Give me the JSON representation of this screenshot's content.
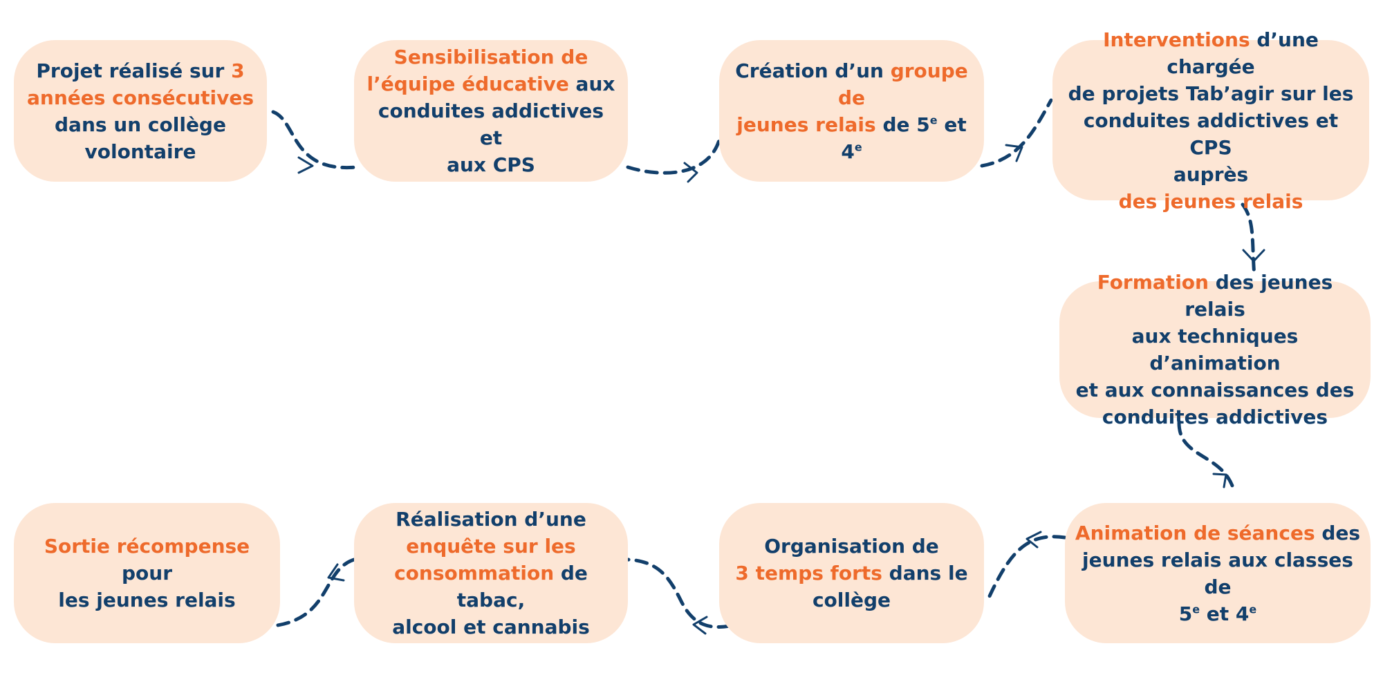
{
  "colors": {
    "box_bg": "#fde6d5",
    "navy": "#123f6b",
    "orange": "#ee6a2b"
  },
  "steps": [
    {
      "id": "step-1",
      "lines": [
        [
          {
            "t": "Projet réalisé sur ",
            "c": "n"
          },
          {
            "t": "3",
            "c": "o"
          }
        ],
        [
          {
            "t": "années consécutives",
            "c": "o"
          }
        ],
        [
          {
            "t": "dans un collège",
            "c": "n"
          }
        ],
        [
          {
            "t": "volontaire",
            "c": "n"
          }
        ]
      ]
    },
    {
      "id": "step-2",
      "lines": [
        [
          {
            "t": "Sensibilisation de",
            "c": "o"
          }
        ],
        [
          {
            "t": "l’équipe éducative",
            "c": "o"
          },
          {
            "t": " aux",
            "c": "n"
          }
        ],
        [
          {
            "t": "conduites addictives et",
            "c": "n"
          }
        ],
        [
          {
            "t": "aux CPS",
            "c": "n"
          }
        ]
      ]
    },
    {
      "id": "step-3",
      "lines": [
        [
          {
            "t": "Création d’un ",
            "c": "n"
          },
          {
            "t": "groupe de",
            "c": "o"
          }
        ],
        [
          {
            "t": "jeunes relais",
            "c": "o"
          },
          {
            "t": " de 5",
            "c": "n"
          },
          {
            "t": "e",
            "c": "n",
            "sup": true
          },
          {
            "t": " et 4",
            "c": "n"
          },
          {
            "t": "e",
            "c": "n",
            "sup": true
          }
        ]
      ]
    },
    {
      "id": "step-4",
      "lines": [
        [
          {
            "t": "Interventions",
            "c": "o"
          },
          {
            "t": " d’une chargée",
            "c": "n"
          }
        ],
        [
          {
            "t": "de projets Tab’agir sur les",
            "c": "n"
          }
        ],
        [
          {
            "t": "conduites addictives et CPS",
            "c": "n"
          }
        ],
        [
          {
            "t": "auprès",
            "c": "n"
          }
        ],
        [
          {
            "t": "des jeunes relais",
            "c": "o"
          }
        ]
      ]
    },
    {
      "id": "step-5",
      "lines": [
        [
          {
            "t": "Formation",
            "c": "o"
          },
          {
            "t": " des jeunes relais",
            "c": "n"
          }
        ],
        [
          {
            "t": "aux techniques d’animation",
            "c": "n"
          }
        ],
        [
          {
            "t": "et aux connaissances des",
            "c": "n"
          }
        ],
        [
          {
            "t": "conduites addictives",
            "c": "n"
          }
        ]
      ]
    },
    {
      "id": "step-6",
      "lines": [
        [
          {
            "t": "Animation de séances",
            "c": "o"
          },
          {
            "t": " des",
            "c": "n"
          }
        ],
        [
          {
            "t": "jeunes relais aux classes de",
            "c": "n"
          }
        ],
        [
          {
            "t": "5",
            "c": "n"
          },
          {
            "t": "e",
            "c": "n",
            "sup": true
          },
          {
            "t": " et 4",
            "c": "n"
          },
          {
            "t": "e",
            "c": "n",
            "sup": true
          }
        ]
      ]
    },
    {
      "id": "step-7",
      "lines": [
        [
          {
            "t": "Organisation de",
            "c": "n"
          }
        ],
        [
          {
            "t": "3 temps forts",
            "c": "o"
          },
          {
            "t": " dans le",
            "c": "n"
          }
        ],
        [
          {
            "t": "collège",
            "c": "n"
          }
        ]
      ]
    },
    {
      "id": "step-8",
      "lines": [
        [
          {
            "t": "Réalisation d’une",
            "c": "n"
          }
        ],
        [
          {
            "t": "enquête sur les",
            "c": "o"
          }
        ],
        [
          {
            "t": "consommation",
            "c": "o"
          },
          {
            "t": " de tabac,",
            "c": "n"
          }
        ],
        [
          {
            "t": "alcool et cannabis",
            "c": "n"
          }
        ]
      ]
    },
    {
      "id": "step-9",
      "lines": [
        [
          {
            "t": "Sortie récompense",
            "c": "o"
          },
          {
            "t": " pour",
            "c": "n"
          }
        ],
        [
          {
            "t": "les jeunes relais",
            "c": "n"
          }
        ]
      ]
    }
  ]
}
